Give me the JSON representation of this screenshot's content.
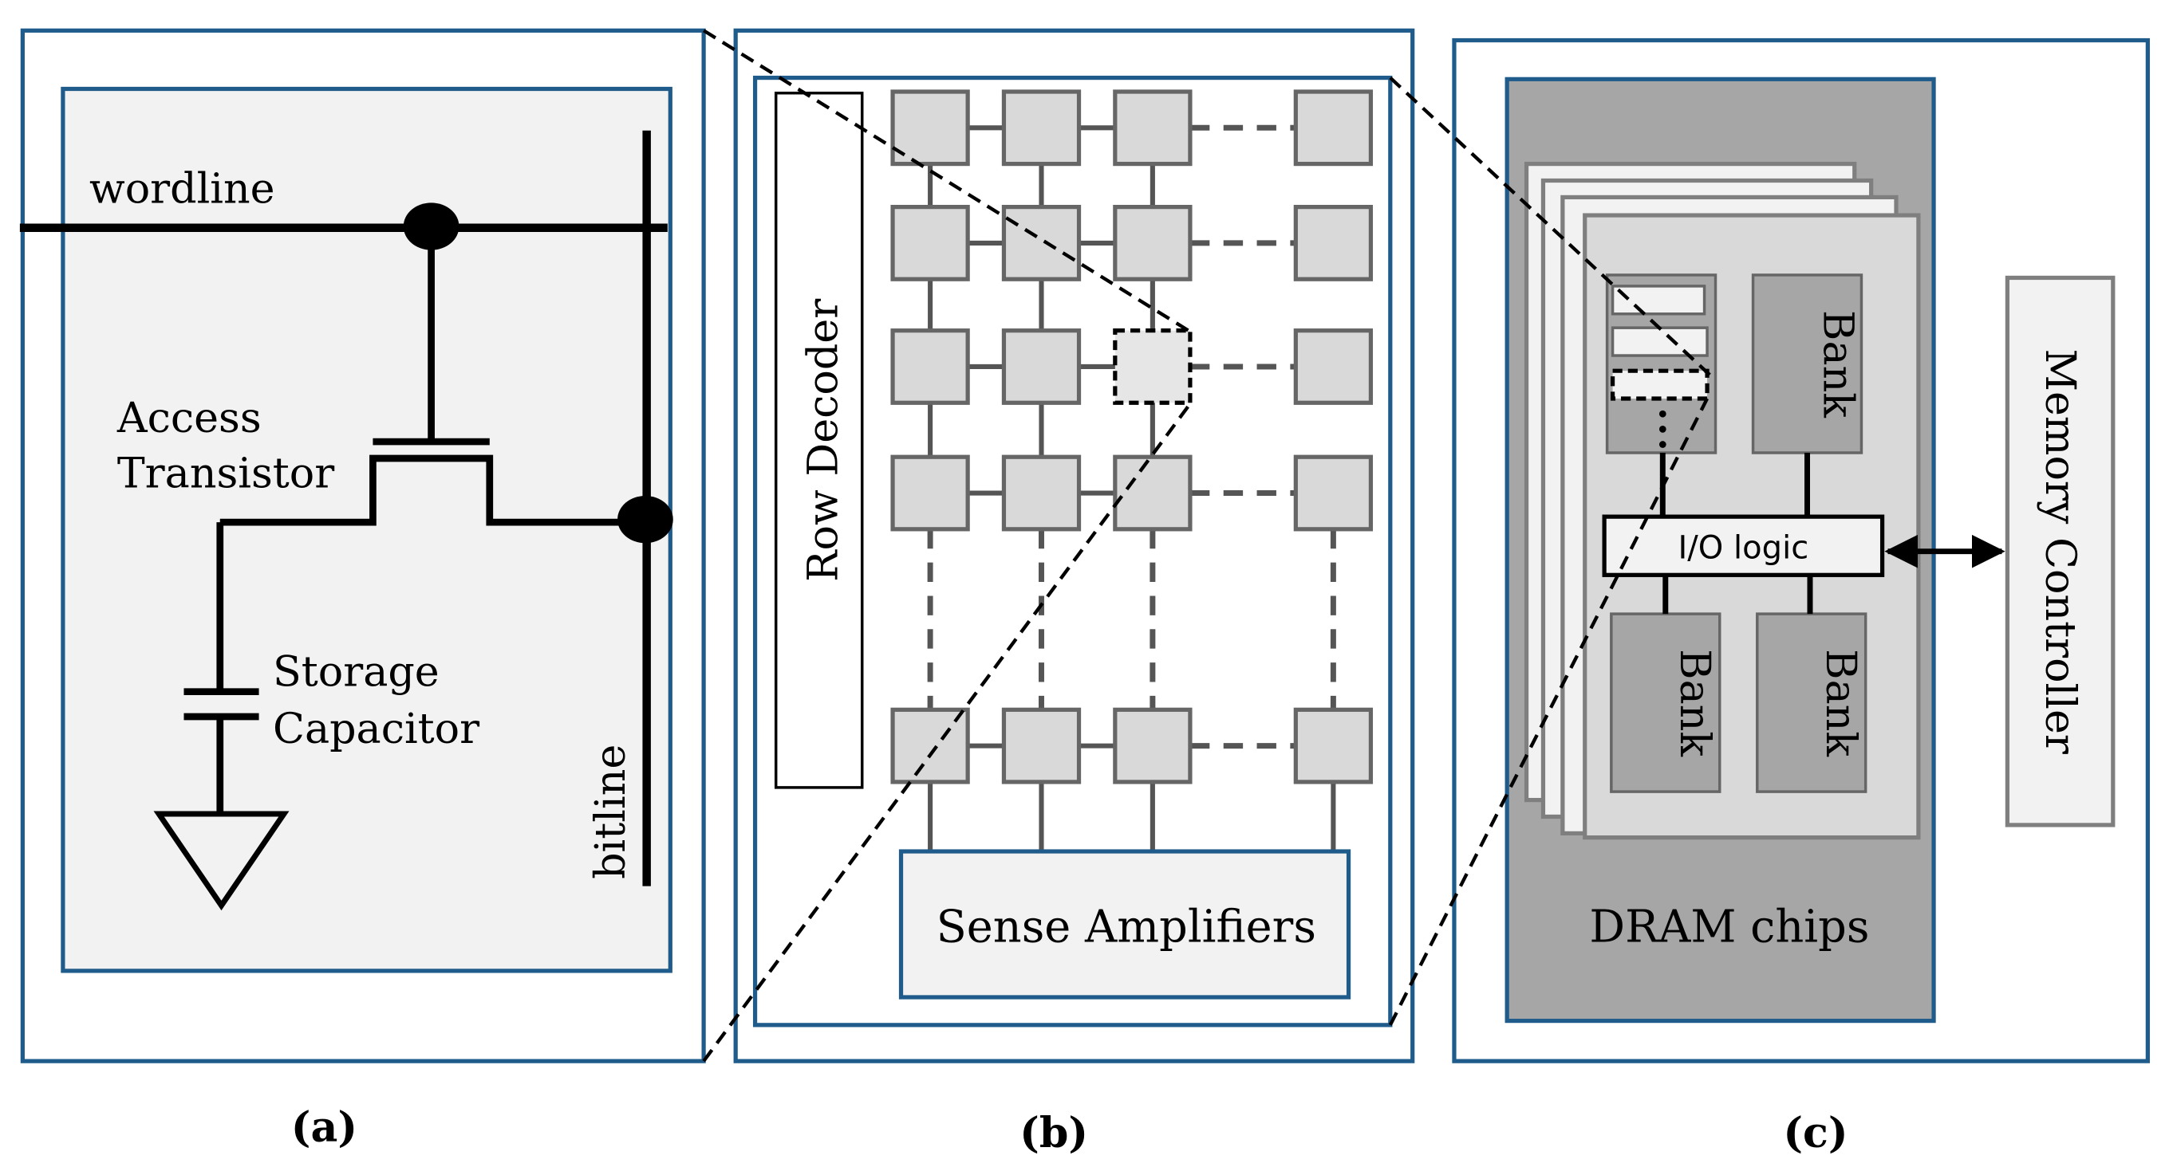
{
  "colors": {
    "panel_border": "#1f5c8b",
    "inner_fill": "#f2f2f2",
    "cell_fill": "#d9d9d9",
    "cell_stroke": "#666666",
    "chip_region": "#a6a6a6",
    "chip_fill": "#d9d9d9",
    "bank_fill": "#a6a6a6",
    "wire": "#000000"
  },
  "panel_a": {
    "caption": "(a)",
    "wordline_label": "wordline",
    "bitline_label": "bitline",
    "transistor_label_line1": "Access",
    "transistor_label_line2": "Transistor",
    "capacitor_label_line1": "Storage",
    "capacitor_label_line2": "Capacitor"
  },
  "panel_b": {
    "caption": "(b)",
    "row_decoder_label": "Row Decoder",
    "sense_amplifiers_label": "Sense Amplifiers"
  },
  "panel_c": {
    "caption": "(c)",
    "io_logic_label": "I/O logic",
    "bank_label": "Bank",
    "dram_chips_label": "DRAM chips",
    "memory_controller_label": "Memory Controller"
  },
  "icons": [
    "ground-icon",
    "capacitor-icon",
    "transistor-icon",
    "bidirectional-arrow-icon"
  ]
}
